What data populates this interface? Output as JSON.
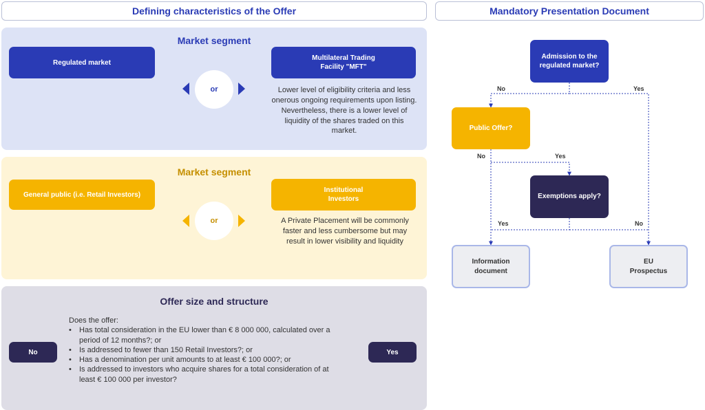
{
  "left_header": "Defining characteristics  of the Offer",
  "right_header": "Mandatory Presentation Document",
  "colors": {
    "blue": "#2a3bb5",
    "gold": "#f5b400",
    "dark": "#2d2855",
    "grey_panel": "#deddE6",
    "blue_panel": "#dde3f6",
    "yellow_panel": "#fef4d6"
  },
  "market_segment_1": {
    "title": "Market segment",
    "left_option": "Regulated market",
    "or_label": "or",
    "right_option_line1": "Multilateral Trading",
    "right_option_line2": "Facility \"MFT\"",
    "description": "Lower level of eligibility criteria and less onerous ongoing requirements upon listing. Nevertheless, there is a lower level of liquidity of the shares traded on this market."
  },
  "market_segment_2": {
    "title": "Market segment",
    "left_option": "General public (i.e. Retail Investors)",
    "or_label": "or",
    "right_option_line1": "Institutional",
    "right_option_line2": "Investors",
    "description": "A Private Placement will be commonly faster and less cumbersome but may result in lower visibility and liquidity"
  },
  "offer": {
    "title": "Offer size and structure",
    "no_label": "No",
    "yes_label": "Yes",
    "intro": "Does the offer:",
    "items": [
      "Has total consideration in the EU lower than € 8 000 000, calculated over a period of 12 months?; or",
      "Is addressed to fewer than 150 Retail Investors?; or",
      "Has a denomination per unit amounts to at least € 100 000?; or",
      "Is addressed to investors who acquire shares for a total consideration of at least € 100 000 per investor?"
    ]
  },
  "flow": {
    "admission_line1": "Admission to the",
    "admission_line2": "regulated market?",
    "public_offer": "Public Offer?",
    "exemptions": "Exemptions apply?",
    "info_doc_line1": "Information",
    "info_doc_line2": "document",
    "eu_line1": "EU",
    "eu_line2": "Prospectus",
    "labels": {
      "no1": "No",
      "yes1": "Yes",
      "no2": "No",
      "yes2": "Yes",
      "yes3": "Yes",
      "no3": "No"
    }
  }
}
